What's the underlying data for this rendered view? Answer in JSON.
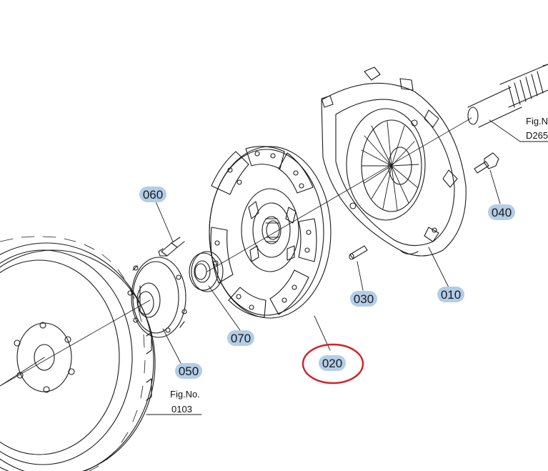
{
  "diagram": {
    "colors": {
      "line": "#1a1a1a",
      "badge_fill": "#b3cde8",
      "highlight_ring": "#d2232a",
      "background": "#ffffff"
    },
    "parts": [
      {
        "id": "010",
        "label": "010"
      },
      {
        "id": "020",
        "label": "020"
      },
      {
        "id": "030",
        "label": "030"
      },
      {
        "id": "040",
        "label": "040"
      },
      {
        "id": "050",
        "label": "050"
      },
      {
        "id": "060",
        "label": "060"
      },
      {
        "id": "070",
        "label": "070"
      }
    ],
    "highlighted_part": "020",
    "figure_refs": {
      "flywheel_fig_label": "Fig.No.",
      "flywheel_fig_number": "0103",
      "shaft_fig_label": "Fig.N",
      "shaft_fig_number": "D265"
    }
  }
}
